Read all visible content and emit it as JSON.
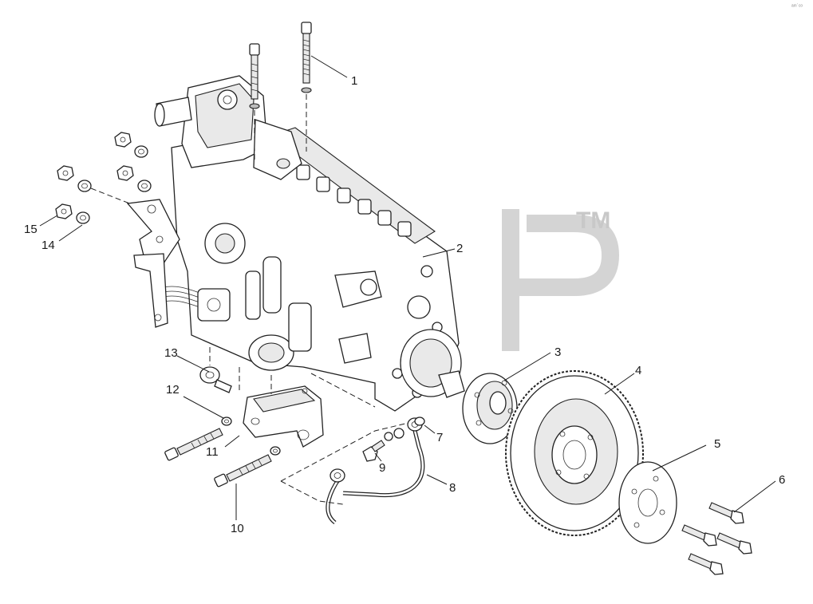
{
  "diagram": {
    "callouts": [
      {
        "id": "1",
        "label": "1"
      },
      {
        "id": "2",
        "label": "2"
      },
      {
        "id": "3",
        "label": "3"
      },
      {
        "id": "4",
        "label": "4"
      },
      {
        "id": "5",
        "label": "5"
      },
      {
        "id": "6",
        "label": "6"
      },
      {
        "id": "7",
        "label": "7"
      },
      {
        "id": "8",
        "label": "8"
      },
      {
        "id": "9",
        "label": "9"
      },
      {
        "id": "10",
        "label": "10"
      },
      {
        "id": "11",
        "label": "11"
      },
      {
        "id": "12",
        "label": "12"
      },
      {
        "id": "13",
        "label": "13"
      },
      {
        "id": "14",
        "label": "14"
      },
      {
        "id": "15",
        "label": "15"
      }
    ],
    "watermark_tm": "TM",
    "corner_mark": "ᵃᵐ˙ᶜᵒ"
  },
  "colors": {
    "line": "#222222",
    "watermark": "#d4d4d4",
    "background": "#ffffff"
  }
}
